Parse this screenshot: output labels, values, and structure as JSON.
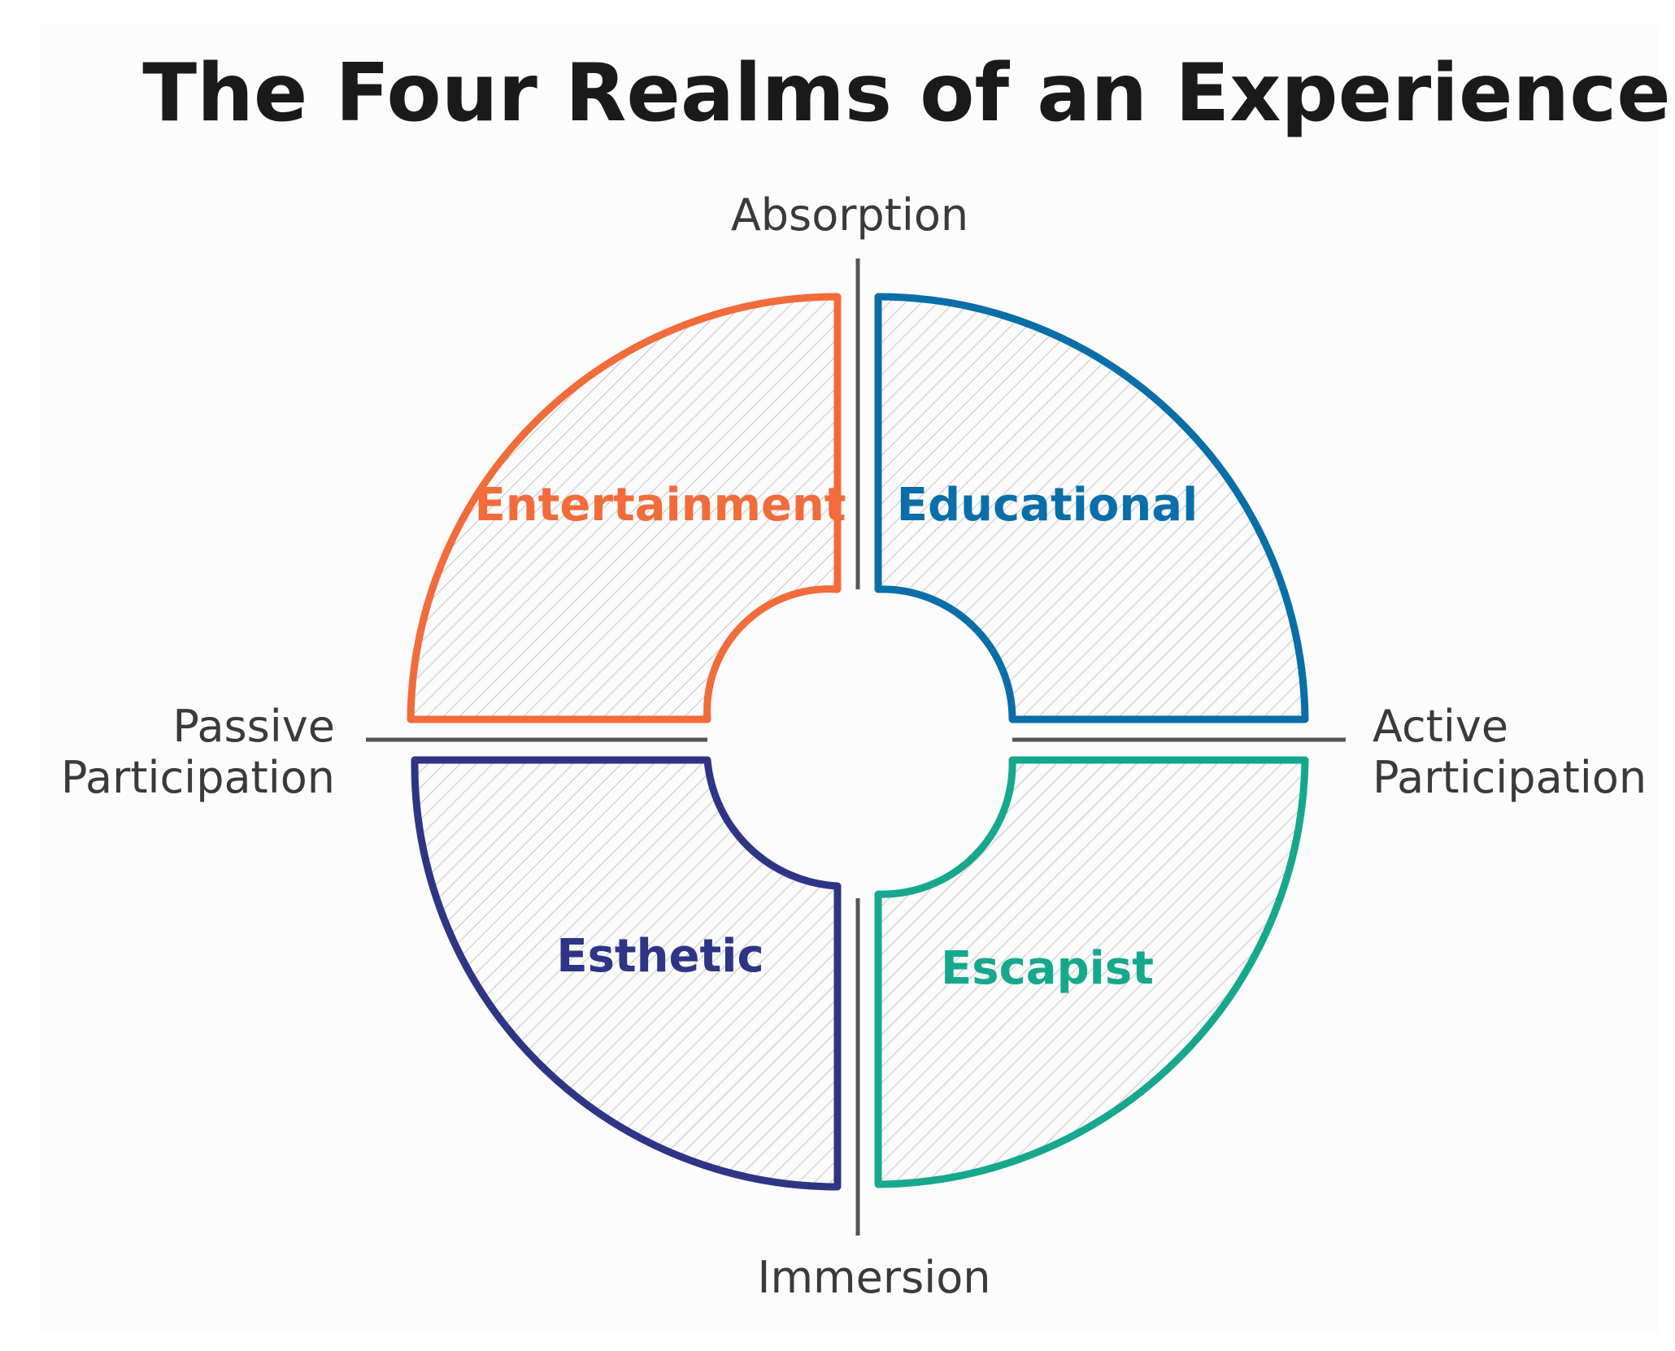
{
  "title": "The Four Realms of an Experience",
  "axes": {
    "top": "Absorption",
    "bottom": "Immersion",
    "left_line1": "Passive",
    "left_line2": "Participation",
    "right_line1": "Active",
    "right_line2": "Participation"
  },
  "realms": {
    "top_left": {
      "label": "Entertainment",
      "color": "#f26b3a"
    },
    "top_right": {
      "label": "Educational",
      "color": "#0a6ea8"
    },
    "bottom_left": {
      "label": "Esthetic",
      "color": "#2e3586"
    },
    "bottom_right": {
      "label": "Escapist",
      "color": "#16a88f"
    }
  },
  "colors": {
    "hatch": "#d4d4d4",
    "axis": "#555555",
    "background": "#fdfcfc"
  }
}
